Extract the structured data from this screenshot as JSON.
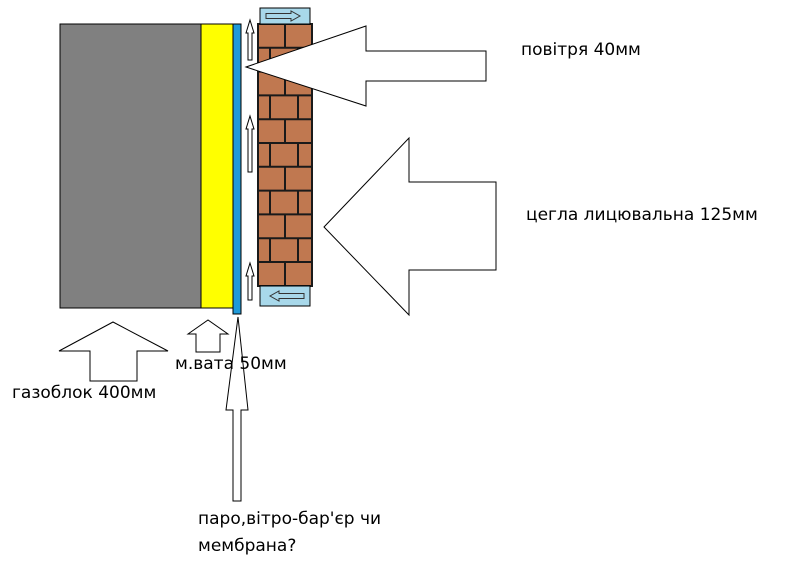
{
  "labels": {
    "air": "повітря 40мм",
    "brick": "цегла лицювальна 125мм",
    "gasblock": "газоблок 400мм",
    "wool": "м.вата 50мм",
    "membrane_line1": "паро,вітро-бар'єр чи",
    "membrane_line2": "мембрана?"
  },
  "colors": {
    "gasblock": "#808080",
    "wool": "#ffff00",
    "membrane": "#1f9ad9",
    "brick": "#c07850",
    "mortar": "#1a1a1a",
    "vent": "#a8d8ea",
    "arrow_fill": "#ffffff",
    "outline": "#000000"
  },
  "icons": {
    "airflow": "up-arrow-icon",
    "vent_out": "right-arrow-icon",
    "vent_in": "left-arrow-icon"
  }
}
